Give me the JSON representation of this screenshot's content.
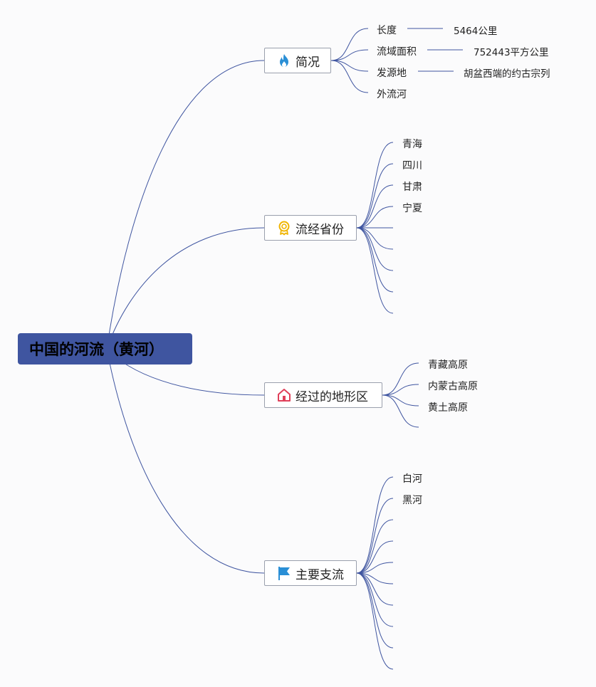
{
  "root": {
    "title": "中国的河流（黄河）"
  },
  "branches": [
    {
      "label": "简况",
      "icon": "flame-icon",
      "leaves": [
        {
          "label": "长度",
          "value": "5464公里"
        },
        {
          "label": "流域面积",
          "value": "752443平方公里"
        },
        {
          "label": "发源地",
          "value": "胡盆西端的约古宗列"
        },
        {
          "label": "外流河"
        }
      ]
    },
    {
      "label": "流经省份",
      "icon": "award-ribbon-icon",
      "leaves": [
        {
          "label": "青海"
        },
        {
          "label": "四川"
        },
        {
          "label": "甘肃"
        },
        {
          "label": "宁夏"
        },
        {
          "label": ""
        },
        {
          "label": ""
        },
        {
          "label": ""
        },
        {
          "label": ""
        },
        {
          "label": ""
        }
      ]
    },
    {
      "label": "经过的地形区",
      "icon": "home-icon",
      "leaves": [
        {
          "label": "青藏高原"
        },
        {
          "label": "内蒙古高原"
        },
        {
          "label": "黄土高原"
        },
        {
          "label": ""
        }
      ]
    },
    {
      "label": "主要支流",
      "icon": "flag-icon",
      "leaves": [
        {
          "label": "白河"
        },
        {
          "label": "黑河"
        },
        {
          "label": ""
        },
        {
          "label": ""
        },
        {
          "label": ""
        },
        {
          "label": ""
        },
        {
          "label": ""
        },
        {
          "label": ""
        },
        {
          "label": ""
        }
      ]
    }
  ],
  "colors": {
    "line": "#3f55a0",
    "root_fill": "#3f55a0"
  }
}
